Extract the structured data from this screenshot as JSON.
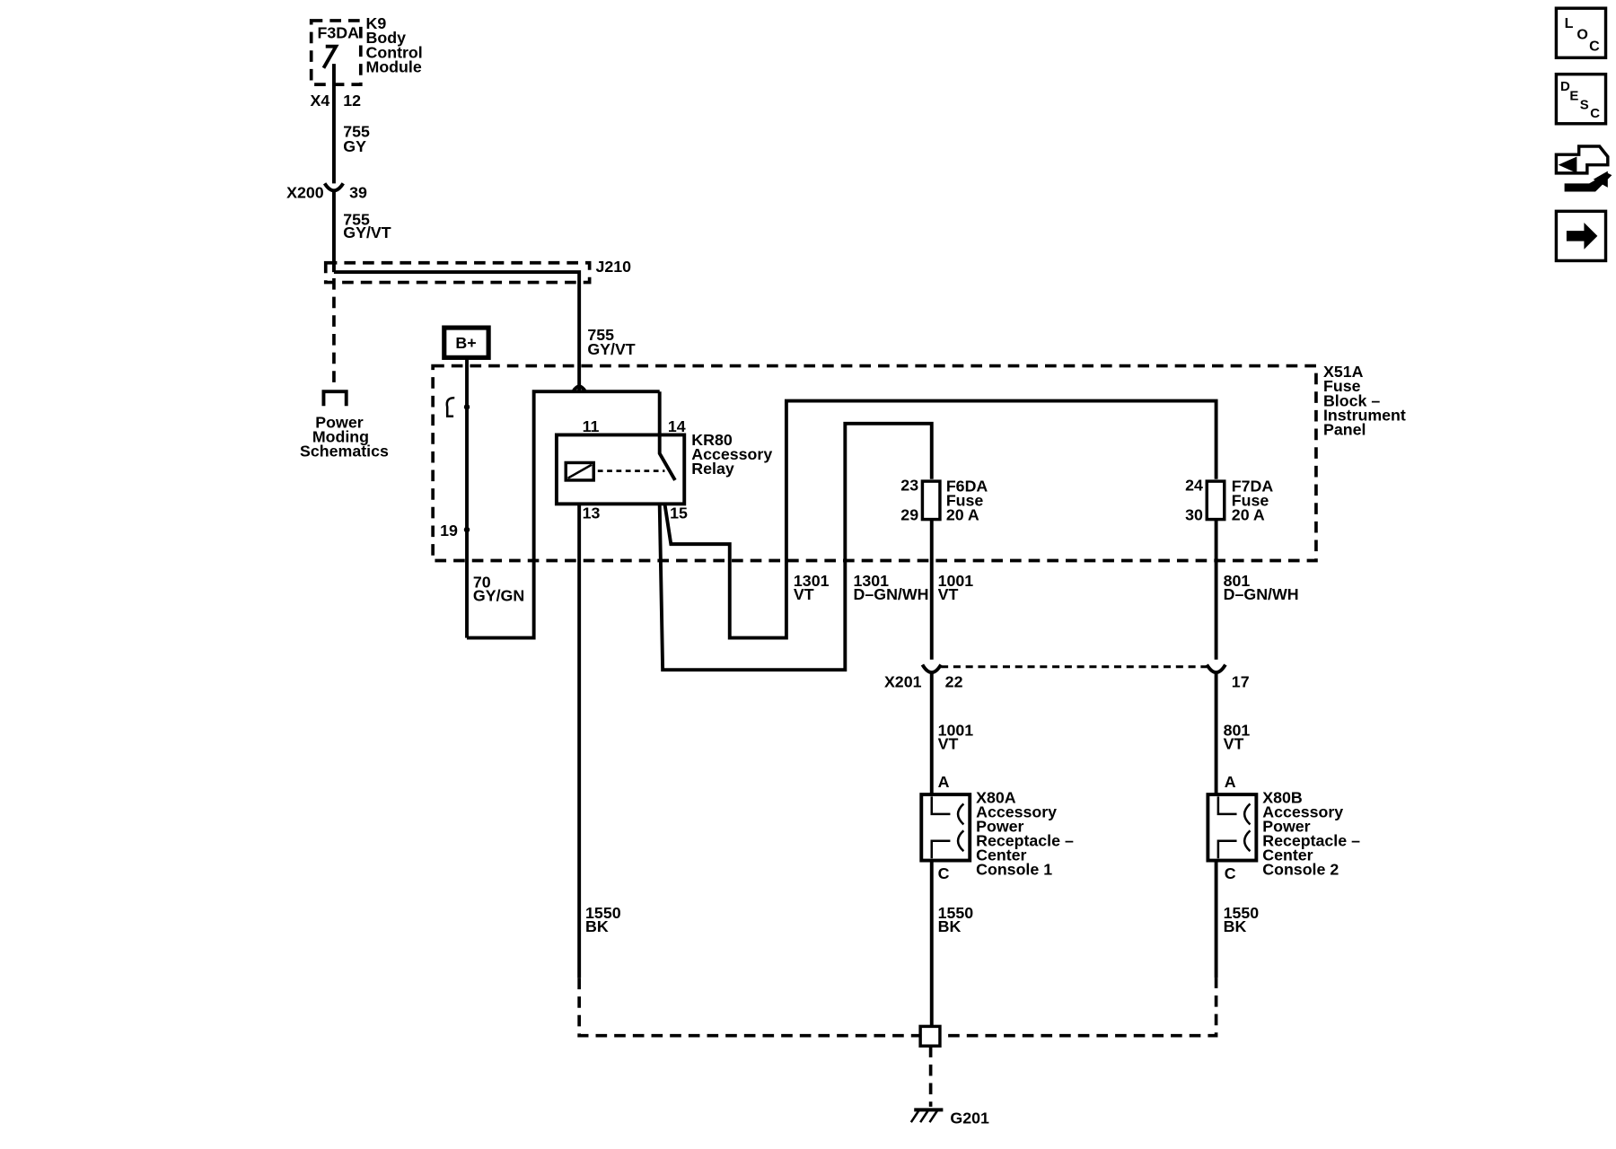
{
  "bcm": {
    "fuse": "F3DA",
    "line1": "K9",
    "line2": "Body",
    "line3": "Control",
    "line4": "Module",
    "conn": "X4",
    "pin": "12"
  },
  "wire_755_gy": {
    "num": "755",
    "color": "GY"
  },
  "x200": {
    "conn": "X200",
    "pin": "39"
  },
  "wire_755_gyvt_a": {
    "num": "755",
    "color": "GY/VT"
  },
  "j210": "J210",
  "power_moding": {
    "line1": "Power",
    "line2": "Moding",
    "line3": "Schematics"
  },
  "b_plus": "B+",
  "wire_755_gyvt_b": {
    "num": "755",
    "color": "GY/VT"
  },
  "x51a": {
    "line1": "X51A",
    "line2": "Fuse",
    "line3": "Block –",
    "line4": "Instrument",
    "line5": "Panel"
  },
  "relay": {
    "line1": "KR80",
    "line2": "Accessory",
    "line3": "Relay",
    "pin11": "11",
    "pin14": "14",
    "pin13": "13",
    "pin15": "15"
  },
  "pin19": "19",
  "f6da": {
    "in": "23",
    "out": "29",
    "line1": "F6DA",
    "line2": "Fuse",
    "line3": "20 A"
  },
  "f7da": {
    "in": "24",
    "out": "30",
    "line1": "F7DA",
    "line2": "Fuse",
    "line3": "20 A"
  },
  "wire_70": {
    "num": "70",
    "color": "GY/GN"
  },
  "wire_1301_vt": {
    "num": "1301",
    "color": "VT"
  },
  "wire_1301_dgnwh": {
    "num": "1301",
    "color": "D–GN/WH"
  },
  "wire_1001_upper": {
    "num": "1001",
    "color": "VT"
  },
  "wire_801_upper": {
    "num": "801",
    "color": "D–GN/WH"
  },
  "x201": {
    "conn": "X201",
    "pin_left": "22",
    "pin_right": "17"
  },
  "wire_1001_lower": {
    "num": "1001",
    "color": "VT"
  },
  "wire_801_lower": {
    "num": "801",
    "color": "VT"
  },
  "x80a": {
    "pin_a": "A",
    "pin_c": "C",
    "line1": "X80A",
    "line2": "Accessory",
    "line3": "Power",
    "line4": "Receptacle –",
    "line5": "Center",
    "line6": "Console 1"
  },
  "x80b": {
    "pin_a": "A",
    "pin_c": "C",
    "line1": "X80B",
    "line2": "Accessory",
    "line3": "Power",
    "line4": "Receptacle –",
    "line5": "Center",
    "line6": "Console 2"
  },
  "wire_1550_left": {
    "num": "1550",
    "color": "BK"
  },
  "wire_1550_mid": {
    "num": "1550",
    "color": "BK"
  },
  "wire_1550_right": {
    "num": "1550",
    "color": "BK"
  },
  "g201": "G201",
  "nav": {
    "loc": {
      "l": "L",
      "o": "O",
      "c": "C",
      "icon": "loc-icon"
    },
    "desc": {
      "d": "D",
      "e": "E",
      "s": "S",
      "c": "C",
      "icon": "desc-icon"
    },
    "connector_icon": "connector-end-view-icon",
    "next_icon": "arrow-right-icon"
  }
}
